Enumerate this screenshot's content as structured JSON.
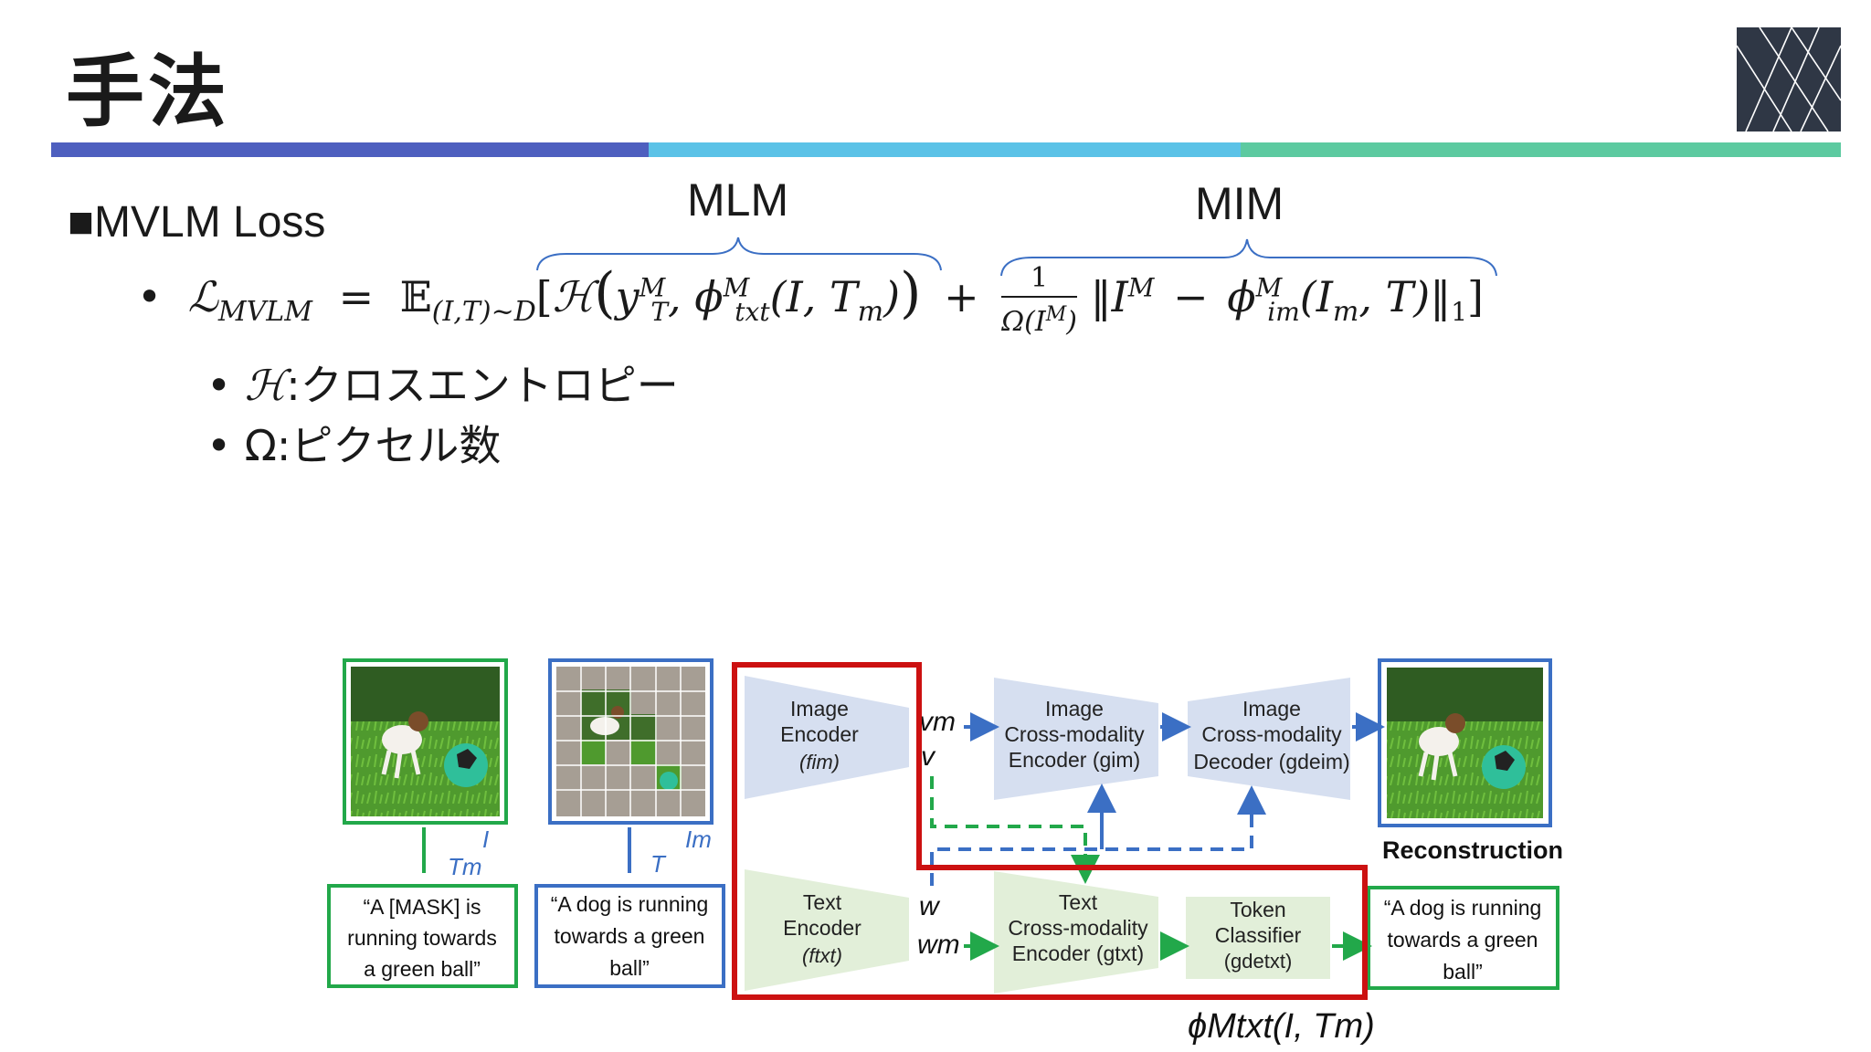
{
  "slide": {
    "title": "手法",
    "section_label": "■MVLM Loss",
    "mlm_label": "MLM",
    "mim_label": "MIM",
    "formula": "• ℒMVLM = 𝔼(I,T)~D[ℋ(yMT, ϕMtxt(I,Tm)) + 1/Ω(IM) ‖IM − ϕMim(Im,T)‖1]",
    "bullets": [
      {
        "symbol": "ℋ",
        "text": ":クロスエントロピー"
      },
      {
        "symbol": "Ω",
        "text": ":ピクセル数"
      }
    ],
    "colors": {
      "bar_blue": "#4e5fbf",
      "bar_cyan": "#5bc2e7",
      "bar_green": "#5ccaa0",
      "brace": "#3b6fc4"
    }
  },
  "diagram": {
    "left_caption": [
      "“A [MASK] is",
      "running towards",
      "a green ball”"
    ],
    "mid_caption": [
      "“A dog is running",
      "towards a green",
      "ball”"
    ],
    "right_caption": [
      "“A dog is running",
      "towards a green",
      "ball”"
    ],
    "label_I": "I",
    "label_Tm": "Tm",
    "label_Im": "Im",
    "label_T": "T",
    "image_encoder": [
      "Image",
      "Encoder",
      "(fim)"
    ],
    "text_encoder": [
      "Text",
      "Encoder",
      "(ftxt)"
    ],
    "image_cross": [
      "Image",
      "Cross-modality",
      "Encoder (gim)"
    ],
    "text_cross": [
      "Text",
      "Cross-modality",
      "Encoder (gtxt)"
    ],
    "image_decoder": [
      "Image",
      "Cross-modality",
      "Decoder (gdeim)"
    ],
    "token_classifier": [
      "Token",
      "Classifier",
      "(gdetxt)"
    ],
    "vm": "vm",
    "v": "v",
    "w": "w",
    "wm": "wm",
    "reconstruction": "Reconstruction",
    "phi_label": "ϕMtxt(I, Tm)",
    "colors": {
      "green": "#22a84a",
      "blue": "#3b6fc4",
      "red": "#cc1111",
      "enc_blue": "#d6dff0",
      "enc_green": "#e2efd9"
    }
  }
}
